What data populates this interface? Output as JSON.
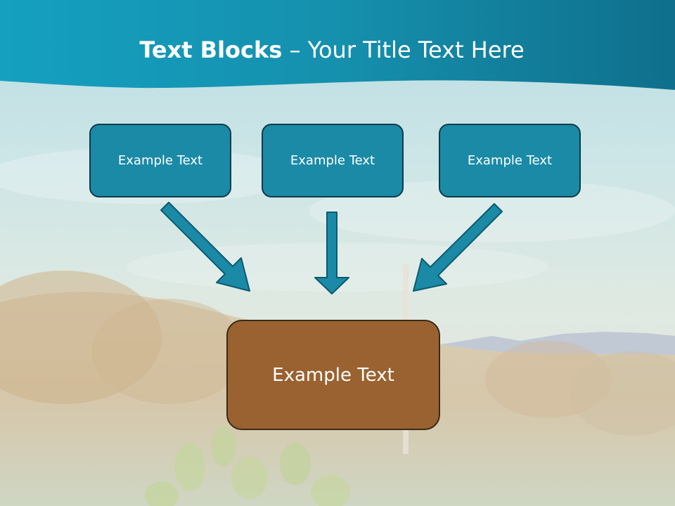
{
  "slide": {
    "title_bold": "Text Blocks",
    "title_rest": " – Your Title Text Here",
    "top_blocks": [
      {
        "label": "Example Text"
      },
      {
        "label": "Example Text"
      },
      {
        "label": "Example Text"
      }
    ],
    "bottom_block": {
      "label": "Example Text"
    }
  },
  "colors": {
    "header": "#1590ad",
    "top_box_fill": "#1a8aa6",
    "top_box_border": "#0c3c4c",
    "bottom_box_fill": "#9a6230",
    "bottom_box_border": "#3a2a18",
    "arrow_fill": "#1a8aa6",
    "title_text": "#ffffff"
  }
}
